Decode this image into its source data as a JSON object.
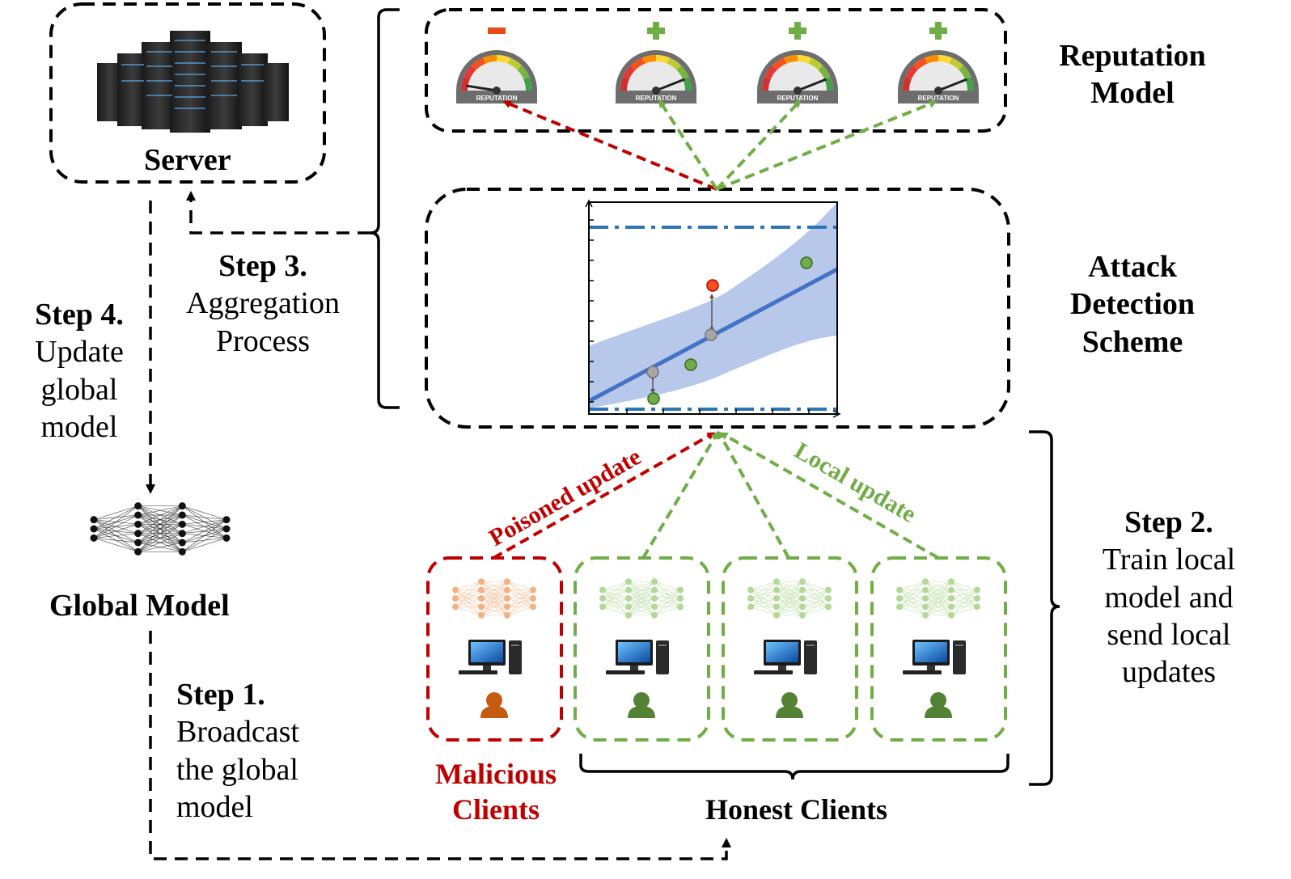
{
  "server": {
    "label": "Server"
  },
  "global_model": {
    "label": "Global Model"
  },
  "reputation_model": {
    "title_line1": "Reputation",
    "title_line2": "Model",
    "gauge_text": "REPUTATION",
    "gauge_signs": [
      "minus",
      "plus",
      "plus",
      "plus"
    ]
  },
  "attack_detection": {
    "title_line1": "Attack",
    "title_line2": "Detection",
    "title_line3": "Scheme"
  },
  "steps": {
    "step1": {
      "title": "Step 1.",
      "line1": "Broadcast",
      "line2": "the global",
      "line3": "model"
    },
    "step2": {
      "title": "Step 2.",
      "line1": "Train local",
      "line2": "model and",
      "line3": "send local",
      "line4": "updates"
    },
    "step3": {
      "title": "Step 3.",
      "line1": "Aggregation",
      "line2": "Process"
    },
    "step4": {
      "title": "Step 4.",
      "line1": "Update",
      "line2": "global",
      "line3": "model"
    }
  },
  "arrows": {
    "poisoned": "Poisoned update",
    "local": "Local update"
  },
  "clients": {
    "malicious_line1": "Malicious",
    "malicious_line2": "Clients",
    "honest": "Honest Clients",
    "count_honest": 3,
    "count_malicious": 1
  },
  "colors": {
    "malicious": "#c00000",
    "honest": "#70ad47",
    "user_malicious": "#c55a11",
    "user_honest": "#548235",
    "regression": "#4472c4",
    "band": "#9fb6e3",
    "outlier": "#f4511e",
    "projected": "#a6a6a6"
  }
}
